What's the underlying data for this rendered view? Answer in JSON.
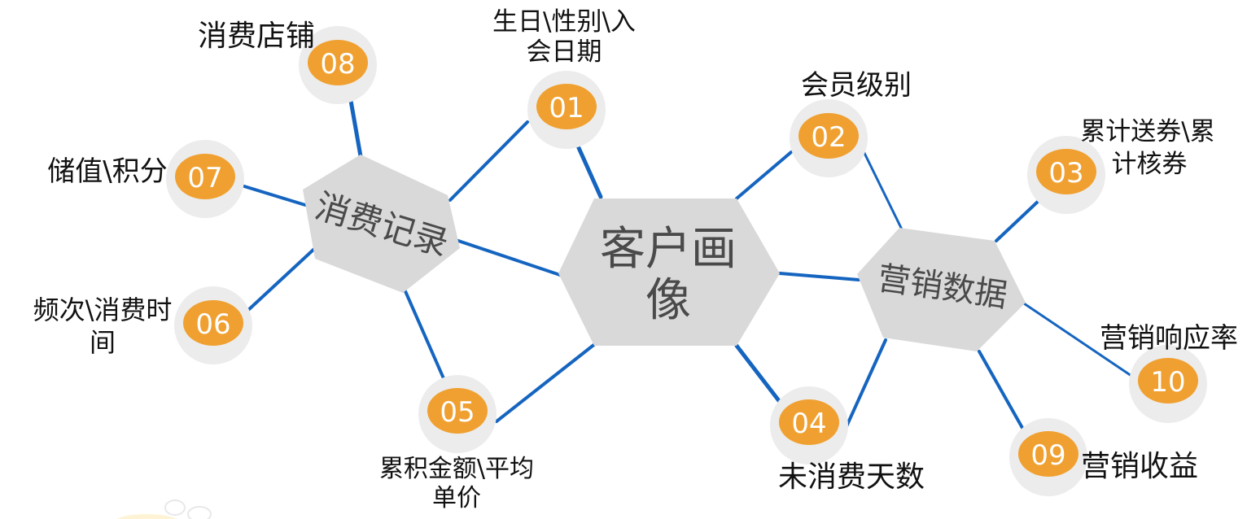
{
  "diagram": {
    "colors": {
      "line": "#1565c0",
      "hex_fill": "#d9d9d9",
      "hex_text": "#4a4a4a",
      "badge_ring": "#ececec",
      "badge_fill": "#f0a030",
      "badge_text": "#ffffff",
      "label_text": "#111111"
    },
    "hubs": {
      "center": {
        "lines": [
          "客户画",
          "像"
        ]
      },
      "left": {
        "text": "消费记录"
      },
      "right": {
        "text": "营销数据"
      }
    },
    "nodes": [
      {
        "num": "01",
        "lines": [
          "生日\\性别\\入",
          "会日期"
        ]
      },
      {
        "num": "02",
        "lines": [
          "会员级别"
        ]
      },
      {
        "num": "03",
        "lines": [
          "累计送券\\累",
          "计核券"
        ]
      },
      {
        "num": "04",
        "lines": [
          "未消费天数"
        ]
      },
      {
        "num": "05",
        "lines": [
          "累积金额\\平均",
          "单价"
        ]
      },
      {
        "num": "06",
        "lines": [
          "频次\\消费时",
          "间"
        ]
      },
      {
        "num": "07",
        "lines": [
          "储值\\积分"
        ]
      },
      {
        "num": "08",
        "lines": [
          "消费店铺"
        ]
      },
      {
        "num": "09",
        "lines": [
          "营销收益"
        ]
      },
      {
        "num": "10",
        "lines": [
          "营销响应率"
        ]
      }
    ]
  }
}
